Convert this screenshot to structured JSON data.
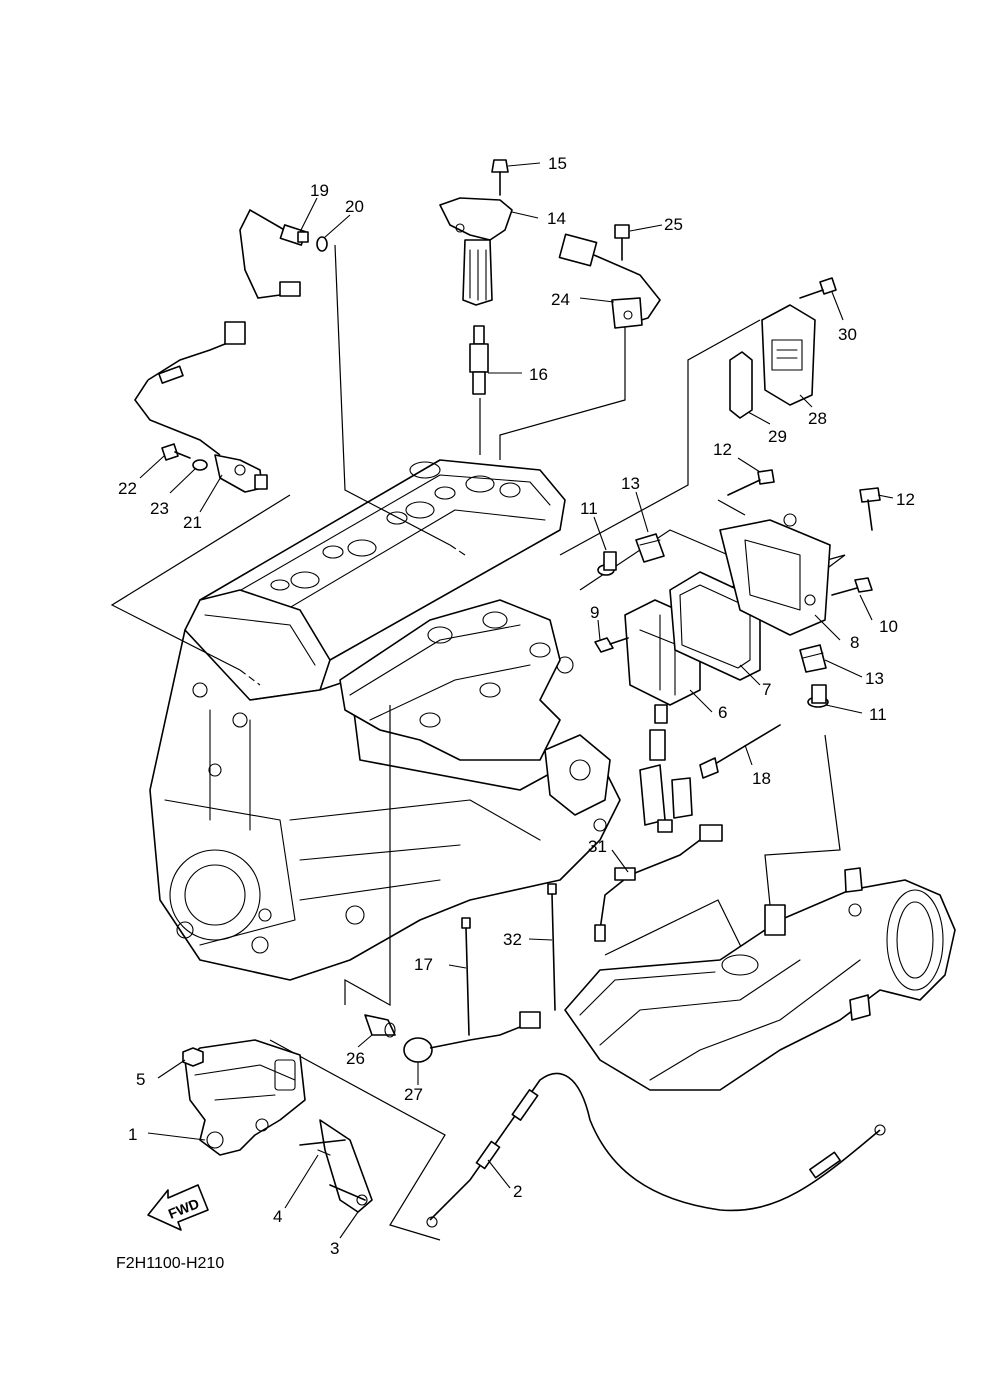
{
  "diagram_code": "F2H1100-H210",
  "direction_label": "FWD",
  "callouts": {
    "c1": "1",
    "c2": "2",
    "c3": "3",
    "c4": "4",
    "c5": "5",
    "c6": "6",
    "c7": "7",
    "c8": "8",
    "c9": "9",
    "c10": "10",
    "c11a": "11",
    "c11b": "11",
    "c12a": "12",
    "c12b": "12",
    "c13a": "13",
    "c13b": "13",
    "c14": "14",
    "c15": "15",
    "c16": "16",
    "c17": "17",
    "c18": "18",
    "c19": "19",
    "c20": "20",
    "c21": "21",
    "c22": "22",
    "c23": "23",
    "c24": "24",
    "c25": "25",
    "c26": "26",
    "c27": "27",
    "c28": "28",
    "c29": "29",
    "c30": "30",
    "c31": "31",
    "c32": "32"
  }
}
